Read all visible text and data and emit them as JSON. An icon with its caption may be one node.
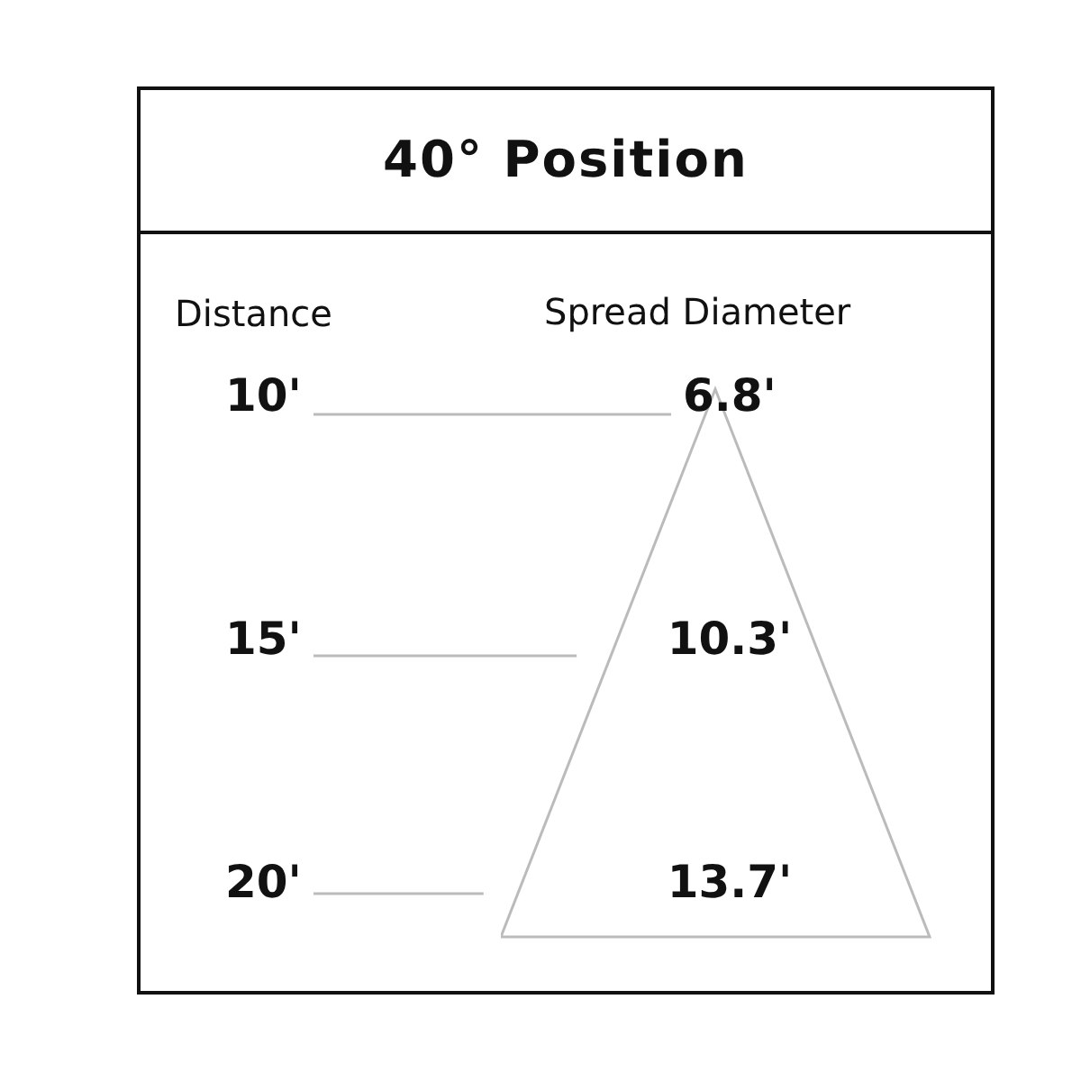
{
  "diagram": {
    "title": "40° Position",
    "nodes": [
      {
        "text": [
          "10'"
        ]
      },
      {
        "text": [
          "15'"
        ]
      },
      {
        "text": [
          "20'"
        ]
      },
      {
        "text": [
          "6.8'",
          "10.3'",
          "13.7'"
        ]
      }
    ],
    "edges": [
      {
        "from": 0,
        "to": 3,
        "arrow": "none"
      },
      {
        "from": 1,
        "to": 3,
        "arrow": "none"
      },
      {
        "from": 2,
        "to": 3,
        "arrow": "none"
      }
    ],
    "labels": [
      "Distance",
      "Spread Diameter"
    ]
  }
}
